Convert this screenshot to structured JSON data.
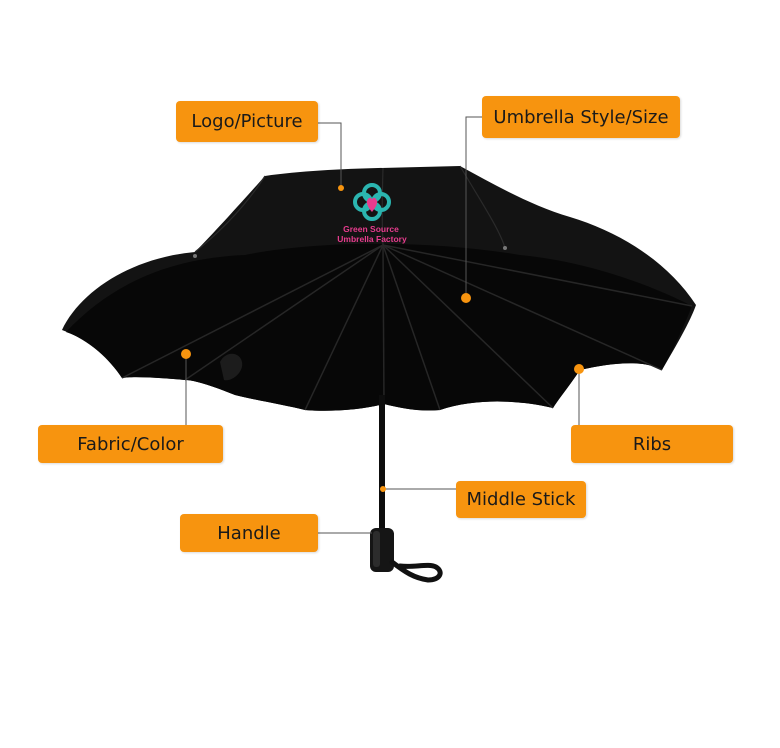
{
  "labels": {
    "logo": "Logo/Picture",
    "style": "Umbrella Style/Size",
    "fabric": "Fabric/Color",
    "ribs": "Ribs",
    "stick": "Middle Stick",
    "handle": "Handle"
  },
  "brand": {
    "line1": "Green Source",
    "line2": "Umbrella Factory"
  },
  "colors": {
    "callout": "#f7940f",
    "marker": "#f7940f",
    "canopy": "#111111",
    "logo_teal": "#2bb5b0",
    "logo_pink": "#e83c8e"
  },
  "icons": {
    "brand_logo": "clover-heart-logo"
  }
}
